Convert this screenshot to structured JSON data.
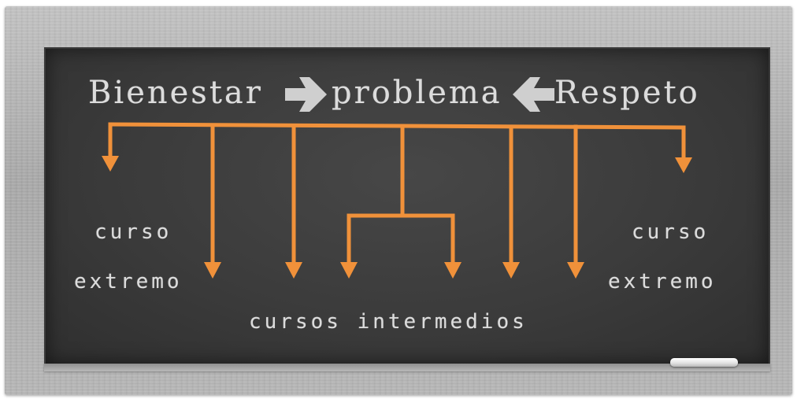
{
  "title": {
    "left_word": "Bienestar",
    "center_word": "problema",
    "right_word": "Respeto"
  },
  "labels": {
    "left_line1": "curso",
    "left_line2": "extremo",
    "right_line1": "curso",
    "right_line2": "extremo",
    "bottom": "cursos intermedios"
  },
  "colors": {
    "chalk": "#dcdcdc",
    "connector": "#f0913a",
    "board": "#3b3b3b",
    "frame": "#b3b3b3"
  }
}
